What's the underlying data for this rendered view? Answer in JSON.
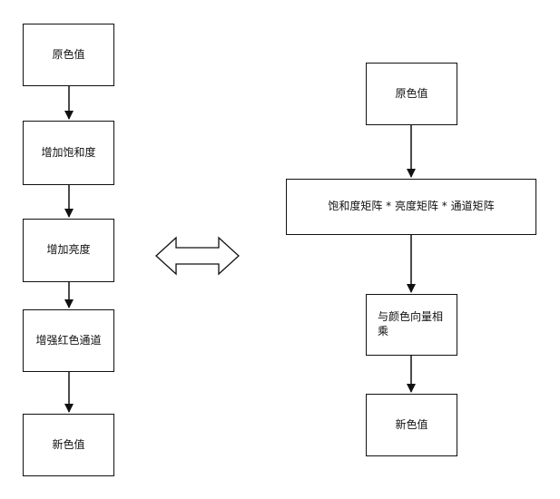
{
  "left_flow": {
    "steps": [
      {
        "label": "原色值"
      },
      {
        "label": "增加饱和度"
      },
      {
        "label": "增加亮度"
      },
      {
        "label": "增强红色通道"
      },
      {
        "label": "新色值"
      }
    ]
  },
  "right_flow": {
    "steps": [
      {
        "label": "原色值"
      },
      {
        "label": "饱和度矩阵 * 亮度矩阵 * 通道矩阵"
      },
      {
        "label": "与颜色向量相乘"
      },
      {
        "label": "新色值"
      }
    ]
  },
  "equivalence_symbol": "double-arrow-icon"
}
